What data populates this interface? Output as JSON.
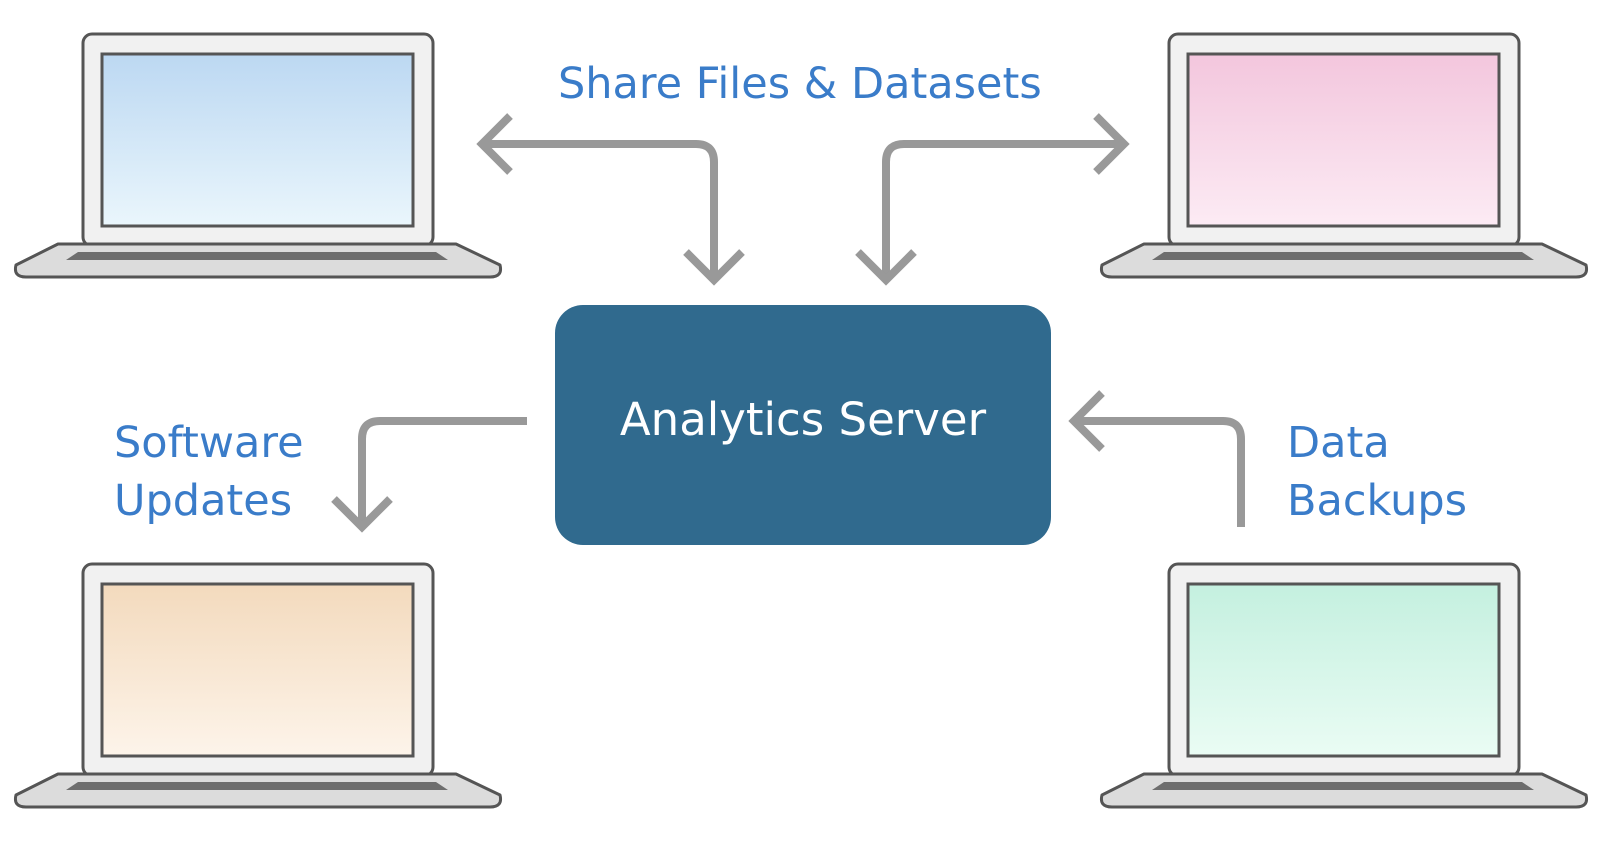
{
  "colors": {
    "label_blue": "#3a7cc9",
    "server_fill": "#306a8e",
    "server_text": "#ffffff",
    "arrow_gray": "#999999",
    "laptop_outline": "#555555",
    "laptop_body": "#f1f1f1"
  },
  "server": {
    "label": "Analytics Server"
  },
  "flows": {
    "share": {
      "label": "Share Files & Datasets"
    },
    "software": {
      "line1": "Software",
      "line2": "Updates"
    },
    "backups": {
      "line1": "Data",
      "line2": "Backups"
    }
  },
  "laptops": [
    {
      "name": "laptop-top-left",
      "screen_colors": [
        "#eaf6fc",
        "#bcd8f2"
      ]
    },
    {
      "name": "laptop-top-right",
      "screen_colors": [
        "#fcebf4",
        "#f3c6dd"
      ]
    },
    {
      "name": "laptop-bottom-left",
      "screen_colors": [
        "#fdf4ea",
        "#f3dabd"
      ]
    },
    {
      "name": "laptop-bottom-right",
      "screen_colors": [
        "#eafcf4",
        "#c4f0df"
      ]
    }
  ]
}
